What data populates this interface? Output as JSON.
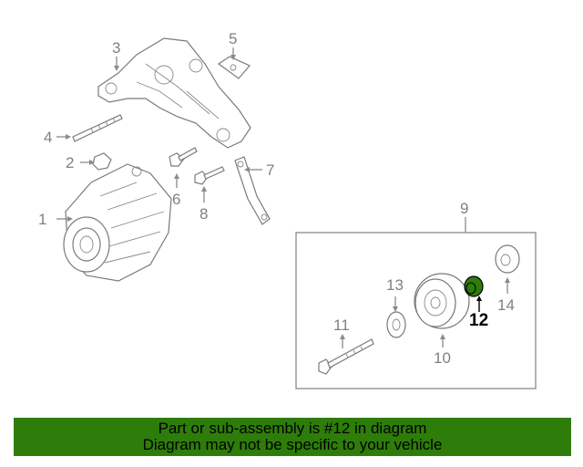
{
  "callouts": {
    "c1": "1",
    "c2": "2",
    "c3": "3",
    "c4": "4",
    "c5": "5",
    "c6": "6",
    "c7": "7",
    "c8": "8",
    "c9": "9",
    "c10": "10",
    "c11": "11",
    "c12": "12",
    "c13": "13",
    "c14": "14"
  },
  "highlight": {
    "part_number": "12",
    "color": "#2e7d0a"
  },
  "banner": {
    "line1": "Part or sub-assembly is #12 in diagram",
    "line2": "Diagram may not be specific to your vehicle",
    "color": "#2e7d0a"
  }
}
